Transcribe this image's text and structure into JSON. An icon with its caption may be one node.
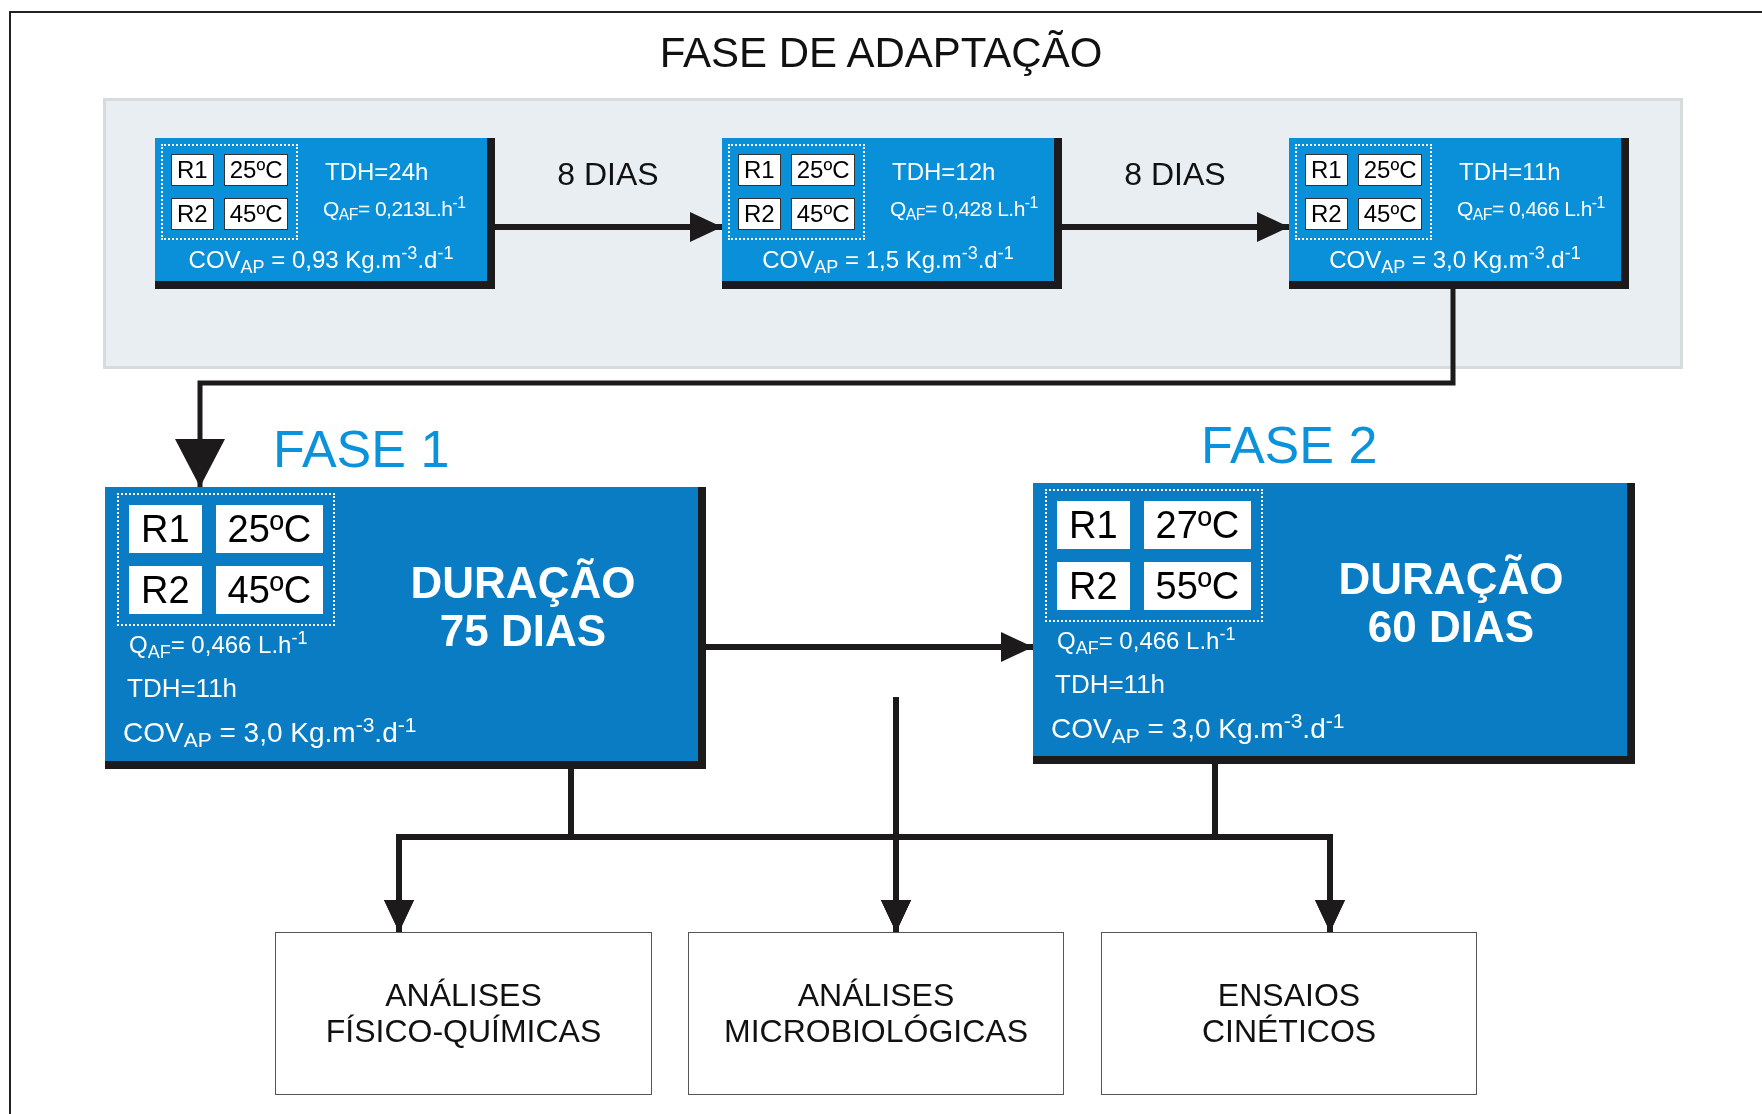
{
  "diagram": {
    "title": "FASE DE ADAPTAÇÃO",
    "nodes": [
      {
        "text": [],
        "shape": "box"
      },
      {
        "text": [
          "TDH=24h",
          "Q$_{AF}$= 0,213L.h$^{-1}$",
          "COV$_{AP}$ = 0,93 Kg.m$^{-3}$.d$^{-1}$"
        ],
        "in": 0
      },
      {
        "text": [],
        "shape": "box",
        "in": 1
      },
      {
        "text": [
          "R1"
        ],
        "in": 2
      },
      {
        "text": [
          "25ºC"
        ],
        "in": 2
      },
      {
        "text": [
          "R2"
        ],
        "in": 2
      },
      {
        "text": [
          "45ºC"
        ],
        "in": 2
      },
      {
        "text": [
          "TDH=12h",
          "Q$_{AF}$= 0,428 L.h$^{-1}$",
          "COV$_{AP}$ = 1,5 Kg.m$^{-3}$.d$^{-1}$"
        ],
        "in": 0
      },
      {
        "text": [],
        "shape": "box",
        "in": 7
      },
      {
        "text": [
          "R1"
        ],
        "in": 8
      },
      {
        "text": [
          "25ºC"
        ],
        "in": 8
      },
      {
        "text": [
          "R2"
        ],
        "in": 8
      },
      {
        "text": [
          "45ºC"
        ],
        "in": 8
      },
      {
        "text": [
          "TDH=11h",
          "Q$_{AF}$= 0,466 L.h$^{-1}$",
          "COV$_{AP}$ = 3,0 Kg.m$^{-3}$.d$^{-1}$"
        ],
        "in": 0
      },
      {
        "text": [],
        "shape": "box",
        "in": 13
      },
      {
        "text": [
          "R1"
        ],
        "in": 14
      },
      {
        "text": [
          "25ºC"
        ],
        "in": 14
      },
      {
        "text": [
          "R2"
        ],
        "in": 14
      },
      {
        "text": [
          "45ºC"
        ],
        "in": 14
      },
      {
        "text": [
          "FASE 1",
          "Q$_{AF}$= 0,466 L.h$^{-1}$",
          "TDH=11h",
          "COV$_{AP}$ = 3,0 Kg.m$^{-3}$.d$^{-1}$",
          "DURAÇÃO 75 DIAS"
        ]
      },
      {
        "text": [],
        "shape": "box",
        "in": 19
      },
      {
        "text": [
          "R1"
        ],
        "in": 20
      },
      {
        "text": [
          "25ºC"
        ],
        "in": 20
      },
      {
        "text": [
          "R2"
        ],
        "in": 20
      },
      {
        "text": [
          "45ºC"
        ],
        "in": 20
      },
      {
        "text": [
          "FASE 2",
          "Q$_{AF}$= 0,466 L.h$^{-1}$",
          "TDH=11h",
          "COV$_{AP}$ = 3,0 Kg.m$^{-3}$.d$^{-1}$",
          "DURAÇÃO 60 DIAS"
        ]
      },
      {
        "text": [],
        "shape": "box",
        "in": 25
      },
      {
        "text": [
          "R1"
        ],
        "in": 26
      },
      {
        "text": [
          "27ºC"
        ],
        "in": 26
      },
      {
        "text": [
          "R2"
        ],
        "in": 26
      },
      {
        "text": [
          "55ºC"
        ],
        "in": 26
      },
      {
        "text": [
          "ANÁLISES FÍSICO-QUÍMICAS"
        ]
      },
      {
        "text": [
          "ANÁLISES MICROBIOLÓGICAS"
        ]
      },
      {
        "text": [
          "ENSAIOS CINÉTICOS"
        ]
      }
    ],
    "edges": [
      {
        "from": 1,
        "to": 7,
        "arrow": "to",
        "label": "8 DIAS"
      },
      {
        "from": 7,
        "to": 13,
        "arrow": "to",
        "label": "8 DIAS"
      },
      {
        "from": 13,
        "to": 19,
        "arrow": "to"
      },
      {
        "from": 19,
        "to": 25,
        "arrow": "to"
      },
      {
        "from": 19,
        "to": 31,
        "arrow": "to"
      },
      {
        "from": 19,
        "to": 32,
        "arrow": "to"
      },
      {
        "from": 19,
        "to": 33,
        "arrow": "to"
      },
      {
        "from": 25,
        "to": 31,
        "arrow": "to"
      },
      {
        "from": 25,
        "to": 32,
        "arrow": "to"
      },
      {
        "from": 25,
        "to": 33,
        "arrow": "to"
      },
      {
        "from": null,
        "to": 32,
        "arrow": "to"
      }
    ]
  }
}
